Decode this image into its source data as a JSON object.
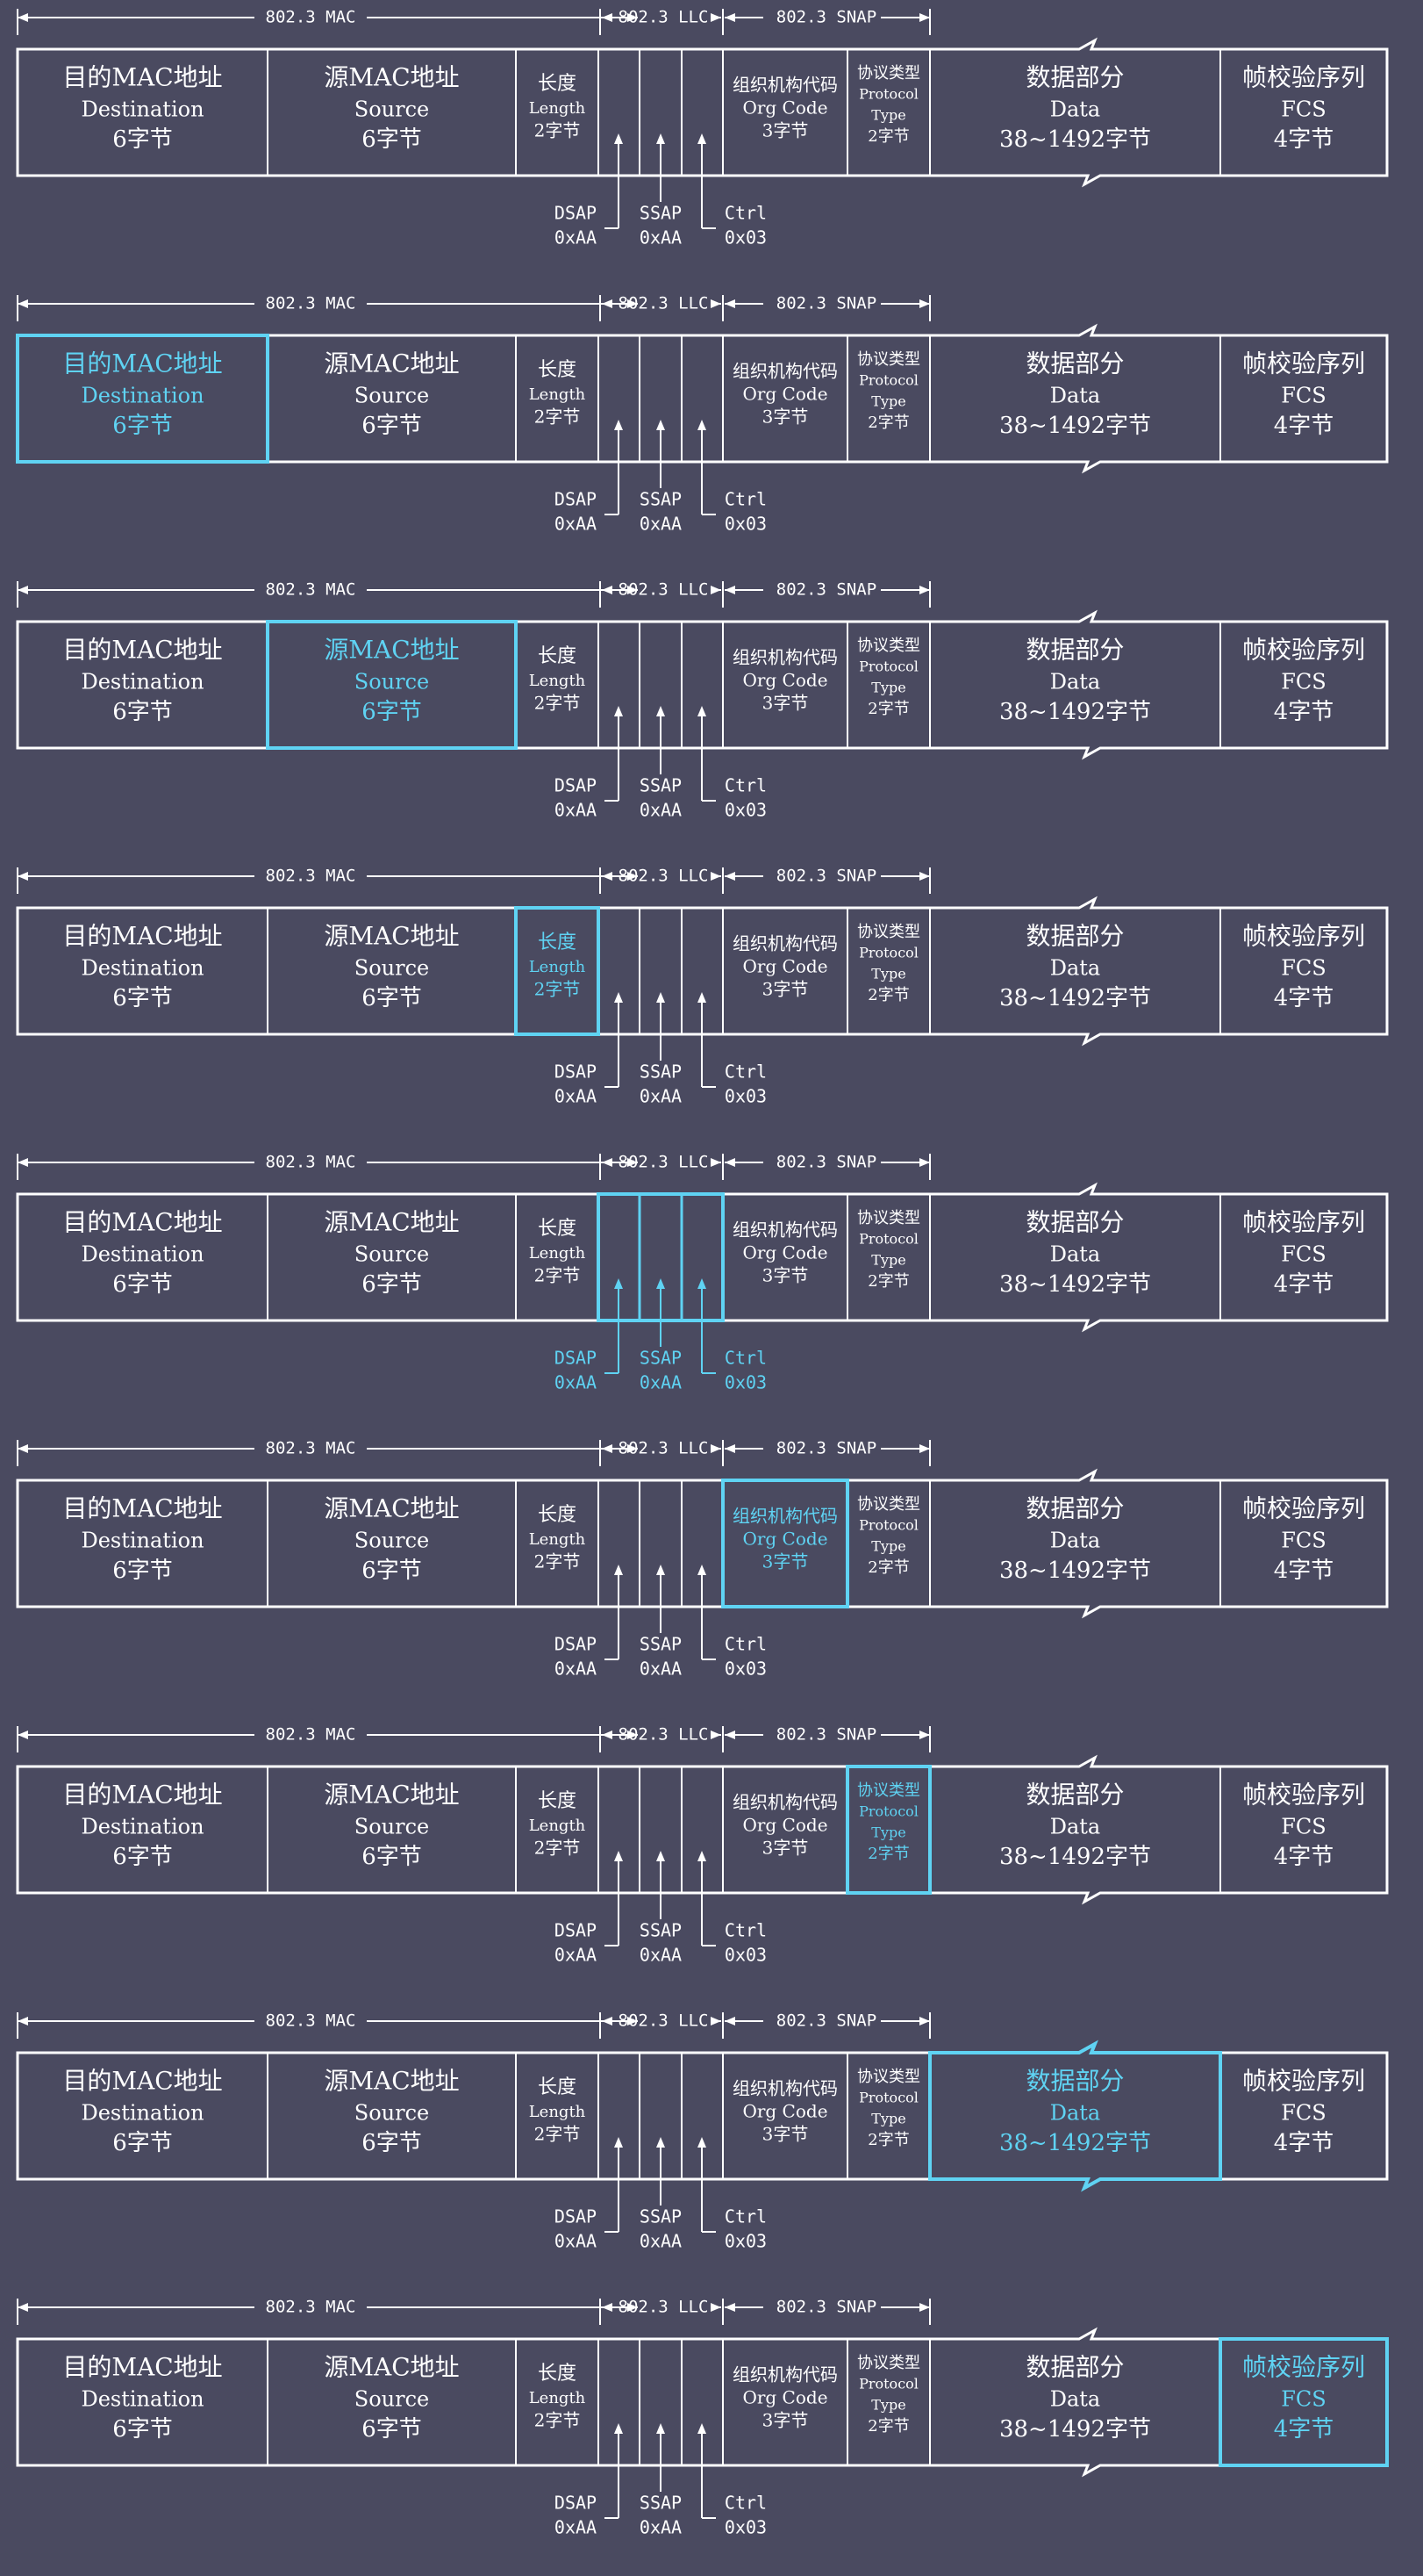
{
  "colors": {
    "background": "#4a4a60",
    "line": "#ffffff",
    "text": "#ffffff",
    "highlight": "#5fd3f3"
  },
  "frame": {
    "headers": {
      "mac": "802.3 MAC",
      "llc": "802.3 LLC",
      "snap": "802.3 SNAP"
    },
    "fields": [
      {
        "id": "dest",
        "lines": [
          "目的MAC地址",
          "Destination",
          "6字节"
        ]
      },
      {
        "id": "src",
        "lines": [
          "源MAC地址",
          "Source",
          "6字节"
        ]
      },
      {
        "id": "len",
        "lines": [
          "长度",
          "Length",
          "2字节"
        ]
      },
      {
        "id": "llc",
        "lines": []
      },
      {
        "id": "org",
        "lines": [
          "组织机构代码",
          "Org Code",
          "3字节"
        ]
      },
      {
        "id": "proto",
        "lines": [
          "协议类型",
          "Protocol",
          "Type",
          "2字节"
        ]
      },
      {
        "id": "data",
        "lines": [
          "数据部分",
          "Data",
          "38~1492字节"
        ]
      },
      {
        "id": "fcs",
        "lines": [
          "帧校验序列",
          "FCS",
          "4字节"
        ]
      }
    ],
    "llc_subfields": [
      {
        "name": "DSAP",
        "value": "0xAA"
      },
      {
        "name": "SSAP",
        "value": "0xAA"
      },
      {
        "name": "Ctrl",
        "value": "0x03"
      }
    ]
  },
  "rows": [
    {
      "highlight": "none"
    },
    {
      "highlight": "dest"
    },
    {
      "highlight": "src"
    },
    {
      "highlight": "len"
    },
    {
      "highlight": "llc"
    },
    {
      "highlight": "org"
    },
    {
      "highlight": "proto"
    },
    {
      "highlight": "data"
    },
    {
      "highlight": "fcs"
    }
  ]
}
